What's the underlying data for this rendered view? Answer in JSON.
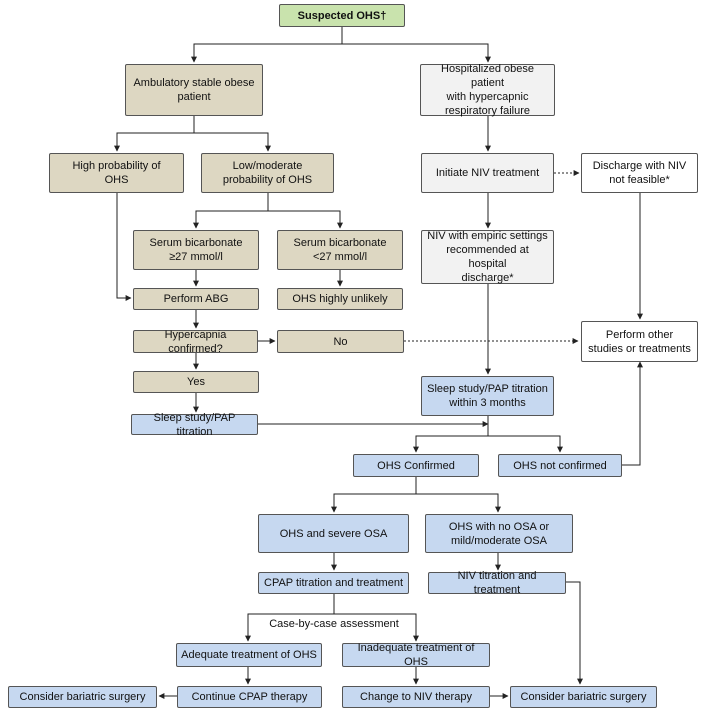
{
  "colors": {
    "tan": "#ddd7c2",
    "blue": "#c6d8f0",
    "gray": "#f2f2f2",
    "green": "#c9e3ad",
    "white": "#ffffff",
    "border": "#555555"
  },
  "nodes": {
    "suspected": "Suspected OHS†",
    "ambulatory": "Ambulatory stable obese\npatient",
    "hospitalized": "Hospitalized obese patient\nwith hypercapnic\nrespiratory failure",
    "high_prob": "High probability of\nOHS",
    "low_prob": "Low/moderate\nprobability of OHS",
    "initiate_niv": "Initiate NIV treatment",
    "discharge": "Discharge with NIV\nnot feasible*",
    "bicarb_high": "Serum bicarbonate\n≥27 mmol/l",
    "bicarb_low": "Serum bicarbonate\n<27 mmol/l",
    "niv_empiric": "NIV with empiric settings\nrecommended at hospital\ndischarge*",
    "perform_abg": "Perform ABG",
    "ohs_unlikely": "OHS highly unlikely",
    "hypercapnia": "Hypercapnia confirmed?",
    "no": "No",
    "other_studies": "Perform other\nstudies or treatments",
    "yes": "Yes",
    "sleep_3m": "Sleep study/PAP titration\nwithin 3 months",
    "sleep_pap": "Sleep study/PAP titration",
    "ohs_confirmed": "OHS Confirmed",
    "ohs_not_confirmed": "OHS not confirmed",
    "ohs_severe_osa": "OHS and severe OSA",
    "ohs_no_osa": "OHS with no OSA or\nmild/moderate OSA",
    "cpap": "CPAP titration and treatment",
    "niv_titration": "NIV titration and treatment",
    "case_by_case": "Case-by-case assessment",
    "adequate": "Adequate treatment of OHS",
    "inadequate": "Inadequate treatment of OHS",
    "bariatric_left": "Consider bariatric surgery",
    "continue_cpap": "Continue CPAP therapy",
    "change_niv": "Change to NIV therapy",
    "bariatric_right": "Consider bariatric surgery"
  }
}
